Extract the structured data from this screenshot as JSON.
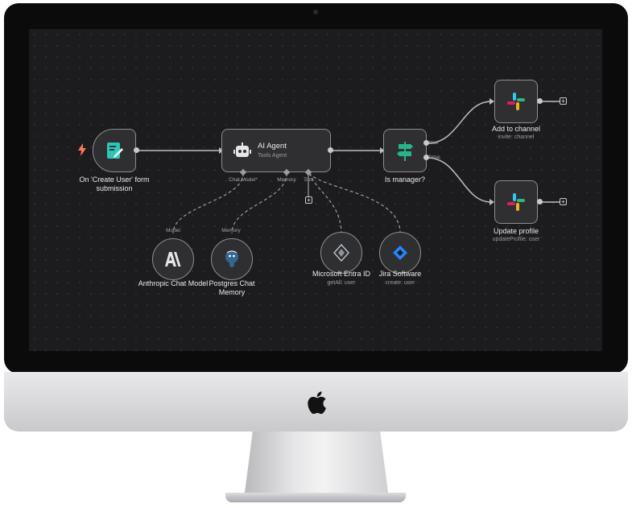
{
  "workflow": {
    "trigger": {
      "label": "On 'Create User' form submission"
    },
    "agent": {
      "title": "AI Agent",
      "subtitle": "Tools Agent",
      "ports": {
        "chat_model": "Chat Model*",
        "memory": "Memory",
        "tool": "Tool"
      }
    },
    "switch": {
      "label": "Is manager?",
      "true_label": "true",
      "false_label": "false"
    },
    "slack_add": {
      "title": "Add to channel",
      "subtitle": "invite: channel"
    },
    "slack_update": {
      "title": "Update profile",
      "subtitle": "updateProfile: user"
    },
    "anthropic": {
      "port": "Model",
      "label": "Anthropic Chat Model"
    },
    "postgres": {
      "port": "Memory",
      "label": "Postgres Chat Memory"
    },
    "entra": {
      "title": "Microsoft Entra ID",
      "subtitle": "getAll: user"
    },
    "jira": {
      "title": "Jira Software",
      "subtitle": "create: user"
    }
  },
  "icons": {
    "trigger_badge": "lightning-icon",
    "form": "form-icon",
    "agent": "robot-icon",
    "switch": "signpost-icon",
    "slack": "slack-icon",
    "anthropic": "anthropic-icon",
    "postgres": "postgres-icon",
    "entra": "entra-icon",
    "jira": "jira-icon",
    "add": "plus-icon",
    "apple": "apple-logo-icon"
  },
  "colors": {
    "canvas": "#1c1c1e",
    "accent_teal": "#2ec5b6",
    "switch_green": "#27b48a",
    "trigger_bolt": "#ff7a59",
    "wire": "#bdbdc1"
  }
}
